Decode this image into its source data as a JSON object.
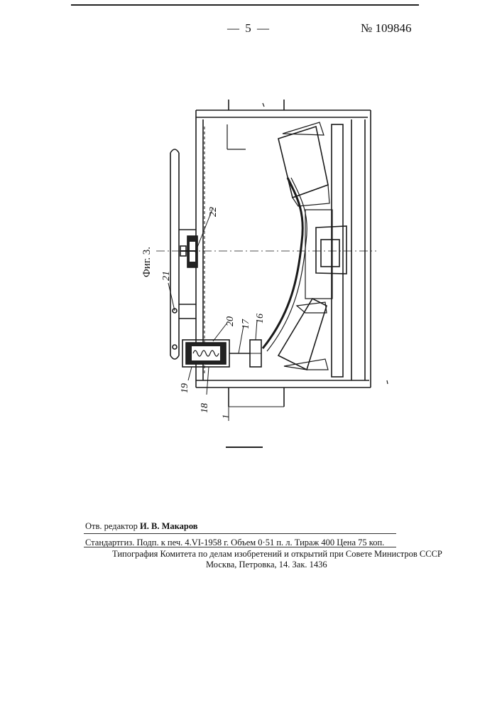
{
  "header": {
    "page_number": "— 5 —",
    "patent_number": "№ 109846"
  },
  "figure": {
    "caption": "Фиг. 3.",
    "labels": [
      "1",
      "16",
      "17",
      "18",
      "19",
      "20",
      "21",
      "22"
    ]
  },
  "footer": {
    "editor_prefix": "Отв. редактор",
    "editor_name": "И. В. Макаров",
    "line2": "Стандартгиз. Подп. к печ. 4.VI-1958 г. Объем 0·51 п. л. Тираж 400 Цена 75 коп.",
    "line3": "Типография Комитета по делам изобретений и открытий при Совете Министров СССР",
    "line4": "Москва, Петровка, 14. Зак. 1436"
  }
}
